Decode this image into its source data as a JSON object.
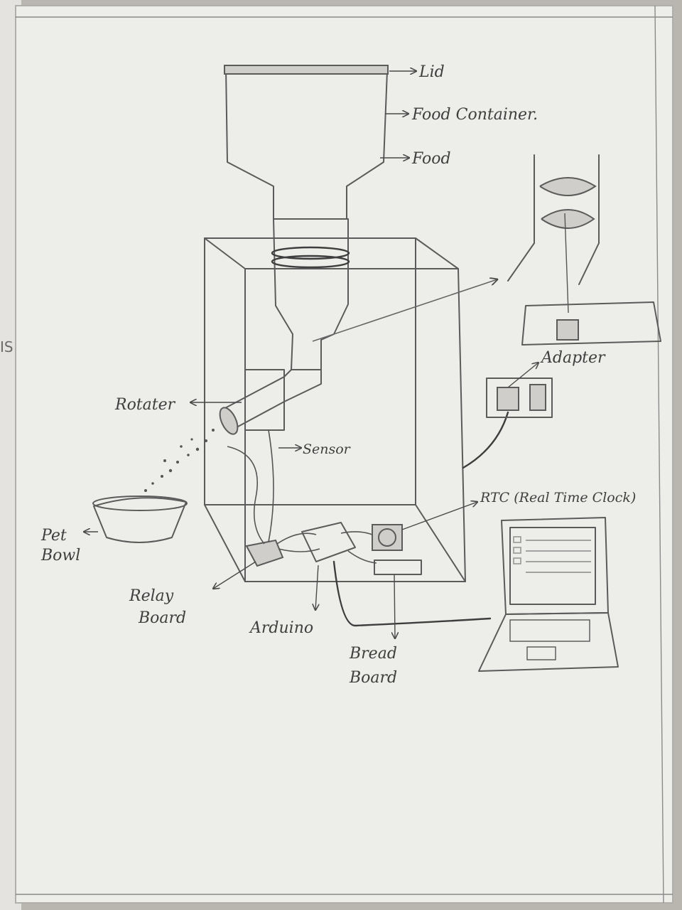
{
  "labels": {
    "lid": "Lid",
    "food_container": "Food Container.",
    "food": "Food",
    "adapter": "Adapter",
    "rotater": "Rotater",
    "sensor": "Sensor",
    "rtc": "RTC (Real Time Clock)",
    "pet": "Pet",
    "bowl": "Bowl",
    "relay": "Relay",
    "board1": "Board",
    "arduino": "Arduino",
    "bread": "Bread",
    "board2": "Board"
  },
  "colors": {
    "paper": "#ededea",
    "pencil": "#5b5b5b",
    "shade": "#cfcecb"
  }
}
